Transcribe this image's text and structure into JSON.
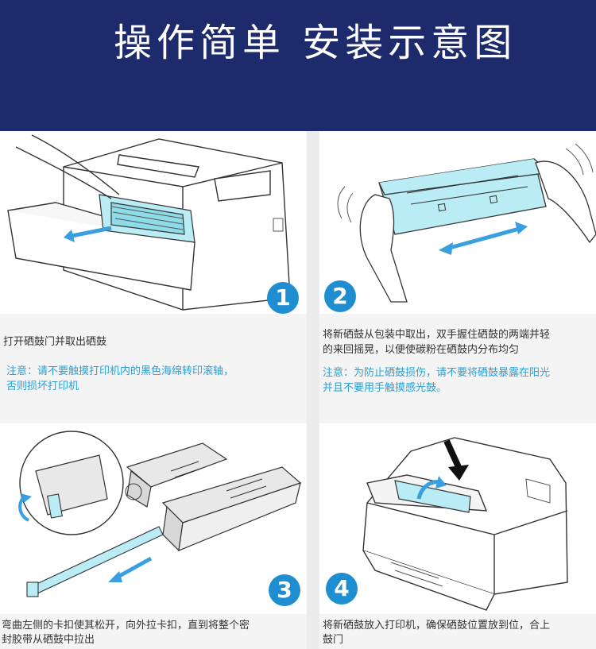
{
  "banner": {
    "title": "操作简单 安装示意图"
  },
  "colors": {
    "banner": "#1d2a6c",
    "badge": "#1e8ed0",
    "note": "#2a9fd6",
    "arrow": "#3a9fe0"
  },
  "steps": [
    {
      "number": "1",
      "text": [
        "打开硒鼓门并取出硒鼓"
      ],
      "note": [
        "注意：请不要触摸打印机内的黑色海绵转印滚轴，",
        "否则损坏打印机"
      ]
    },
    {
      "number": "2",
      "text": [
        "将新硒鼓从包装中取出，双手握住硒鼓的两端并轻",
        "的来回摇晃，以便使碳粉在硒鼓内分布均匀"
      ],
      "note": [
        "注意：为防止硒鼓损伤，请不要将硒鼓暴露在阳光",
        "并且不要用手触摸感光鼓。"
      ]
    },
    {
      "number": "3",
      "text": [
        "弯曲左侧的卡扣使其松开，向外拉卡扣，直到将整个密",
        "封胶带从硒鼓中拉出"
      ]
    },
    {
      "number": "4",
      "text": [
        "将新硒鼓放入打印机，确保硒鼓位置放到位，合上",
        "鼓门"
      ]
    }
  ]
}
